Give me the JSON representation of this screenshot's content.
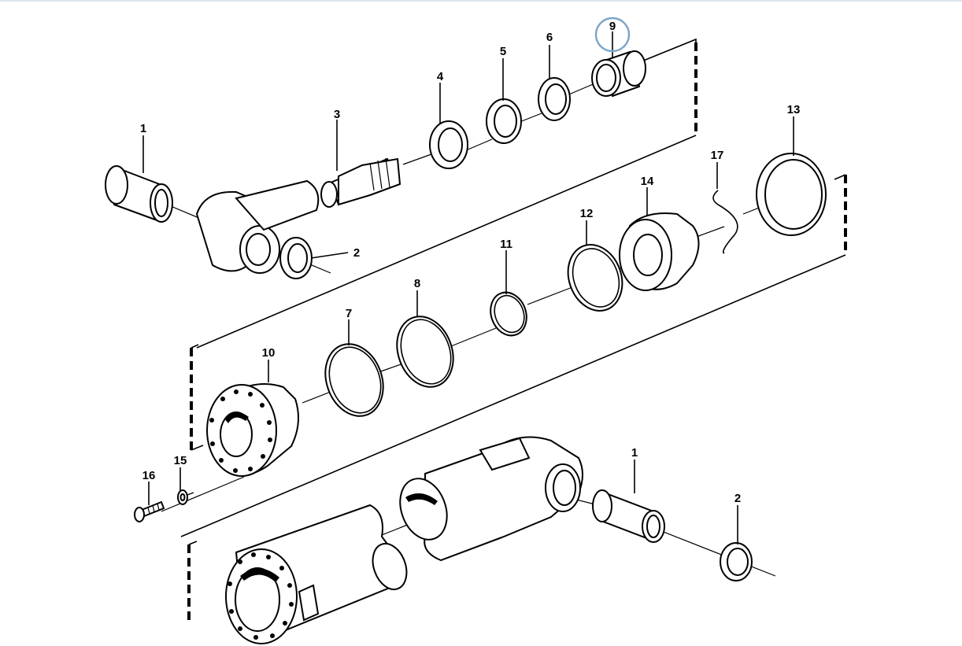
{
  "diagram": {
    "highlight_color": "#7fa6c9",
    "highlighted_callout": "9",
    "callouts": [
      {
        "id": "c1a",
        "text": "1"
      },
      {
        "id": "c2a",
        "text": "2"
      },
      {
        "id": "c3",
        "text": "3"
      },
      {
        "id": "c4",
        "text": "4"
      },
      {
        "id": "c5",
        "text": "5"
      },
      {
        "id": "c6",
        "text": "6"
      },
      {
        "id": "c9",
        "text": "9"
      },
      {
        "id": "c13",
        "text": "13"
      },
      {
        "id": "c17",
        "text": "17"
      },
      {
        "id": "c14",
        "text": "14"
      },
      {
        "id": "c12",
        "text": "12"
      },
      {
        "id": "c11",
        "text": "11"
      },
      {
        "id": "c8",
        "text": "8"
      },
      {
        "id": "c7",
        "text": "7"
      },
      {
        "id": "c10",
        "text": "10"
      },
      {
        "id": "c15",
        "text": "15"
      },
      {
        "id": "c16",
        "text": "16"
      },
      {
        "id": "c1b",
        "text": "1"
      },
      {
        "id": "c2b",
        "text": "2"
      }
    ]
  }
}
